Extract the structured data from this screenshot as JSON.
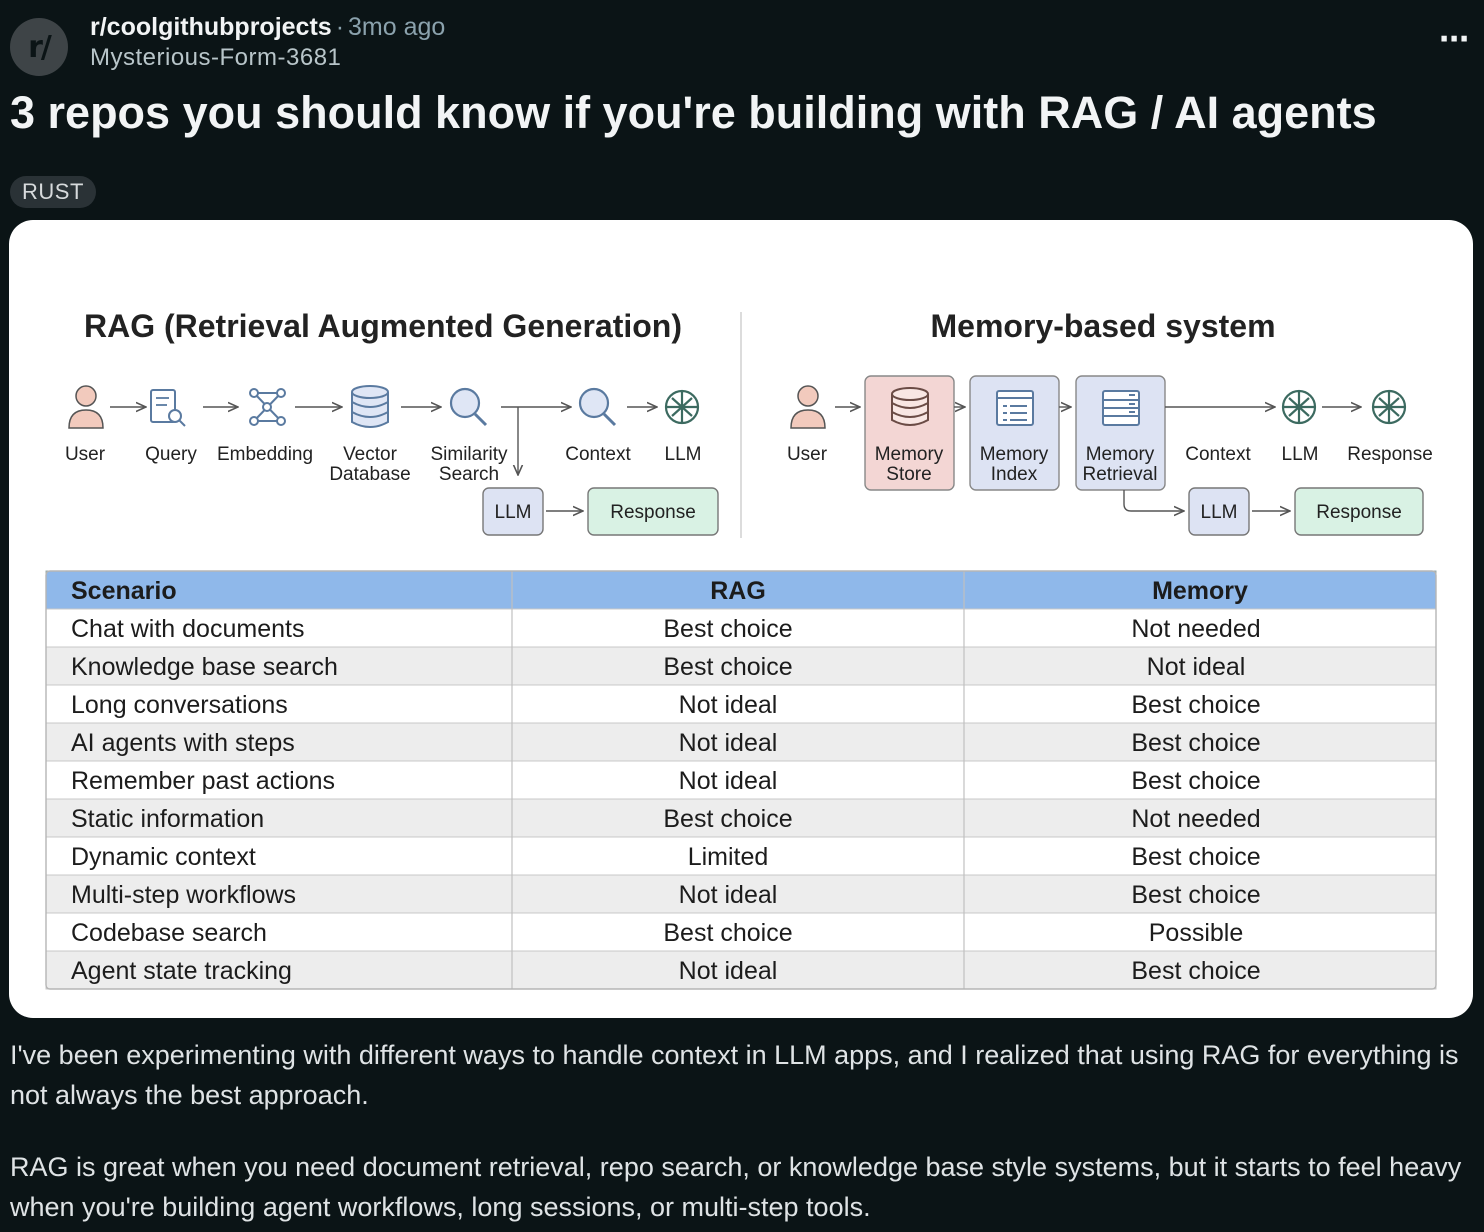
{
  "post": {
    "subreddit": "r/coolgithubprojects",
    "separator": "·",
    "time_ago": "3mo ago",
    "author": "Mysterious-Form-3681",
    "avatar_text": "r/",
    "more_icon": "⋯",
    "title": "3 repos you should know if you're building with RAG / AI agents",
    "flair": "RUST",
    "paragraphs": [
      "I've been experimenting with different ways to handle context in LLM apps, and I realized that using RAG for everything is not always the best approach.",
      "RAG is great when you need document retrieval, repo search, or knowledge base style systems, but it starts to feel heavy when you're building agent workflows, long sessions, or multi-step tools."
    ]
  },
  "diagram": {
    "rag_title": "RAG (Retrieval Augmented Generation)",
    "memory_title": "Memory-based system",
    "rag_nodes": {
      "user": "User",
      "query": "Query",
      "embedding": "Embedding",
      "vector_1": "Vector",
      "vector_2": "Database",
      "similarity_1": "Similarity",
      "similarity_2": "Search",
      "context": "Context",
      "llm": "LLM",
      "llm_box": "LLM",
      "response": "Response"
    },
    "memory_nodes": {
      "user": "User",
      "store_1": "Memory",
      "store_2": "Store",
      "index_1": "Memory",
      "index_2": "Index",
      "retrieval_1": "Memory",
      "retrieval_2": "Retrieval",
      "context": "Context",
      "llm": "LLM",
      "response_top": "Response",
      "llm_box": "LLM",
      "response": "Response"
    },
    "table": {
      "headers": [
        "Scenario",
        "RAG",
        "Memory"
      ],
      "rows": [
        [
          "Chat with documents",
          "Best choice",
          "Not needed"
        ],
        [
          "Knowledge base search",
          "Best choice",
          "Not ideal"
        ],
        [
          "Long conversations",
          "Not ideal",
          "Best choice"
        ],
        [
          "AI agents with steps",
          "Not ideal",
          "Best choice"
        ],
        [
          "Remember past actions",
          "Not ideal",
          "Best choice"
        ],
        [
          "Static information",
          "Best choice",
          "Not needed"
        ],
        [
          "Dynamic context",
          "Limited",
          "Best choice"
        ],
        [
          "Multi-step workflows",
          "Not ideal",
          "Best choice"
        ],
        [
          "Codebase search",
          "Best choice",
          "Possible"
        ],
        [
          "Agent state tracking",
          "Not ideal",
          "Best choice"
        ]
      ]
    },
    "colors": {
      "header_blue": "#8fb8ea",
      "user_pink": "#f2cabd",
      "icon_blue": "#5a7aa0",
      "memory_store_fill": "#f3d6d4",
      "memory_box_fill": "#dde3f3",
      "response_fill": "#d9f2e4"
    }
  }
}
